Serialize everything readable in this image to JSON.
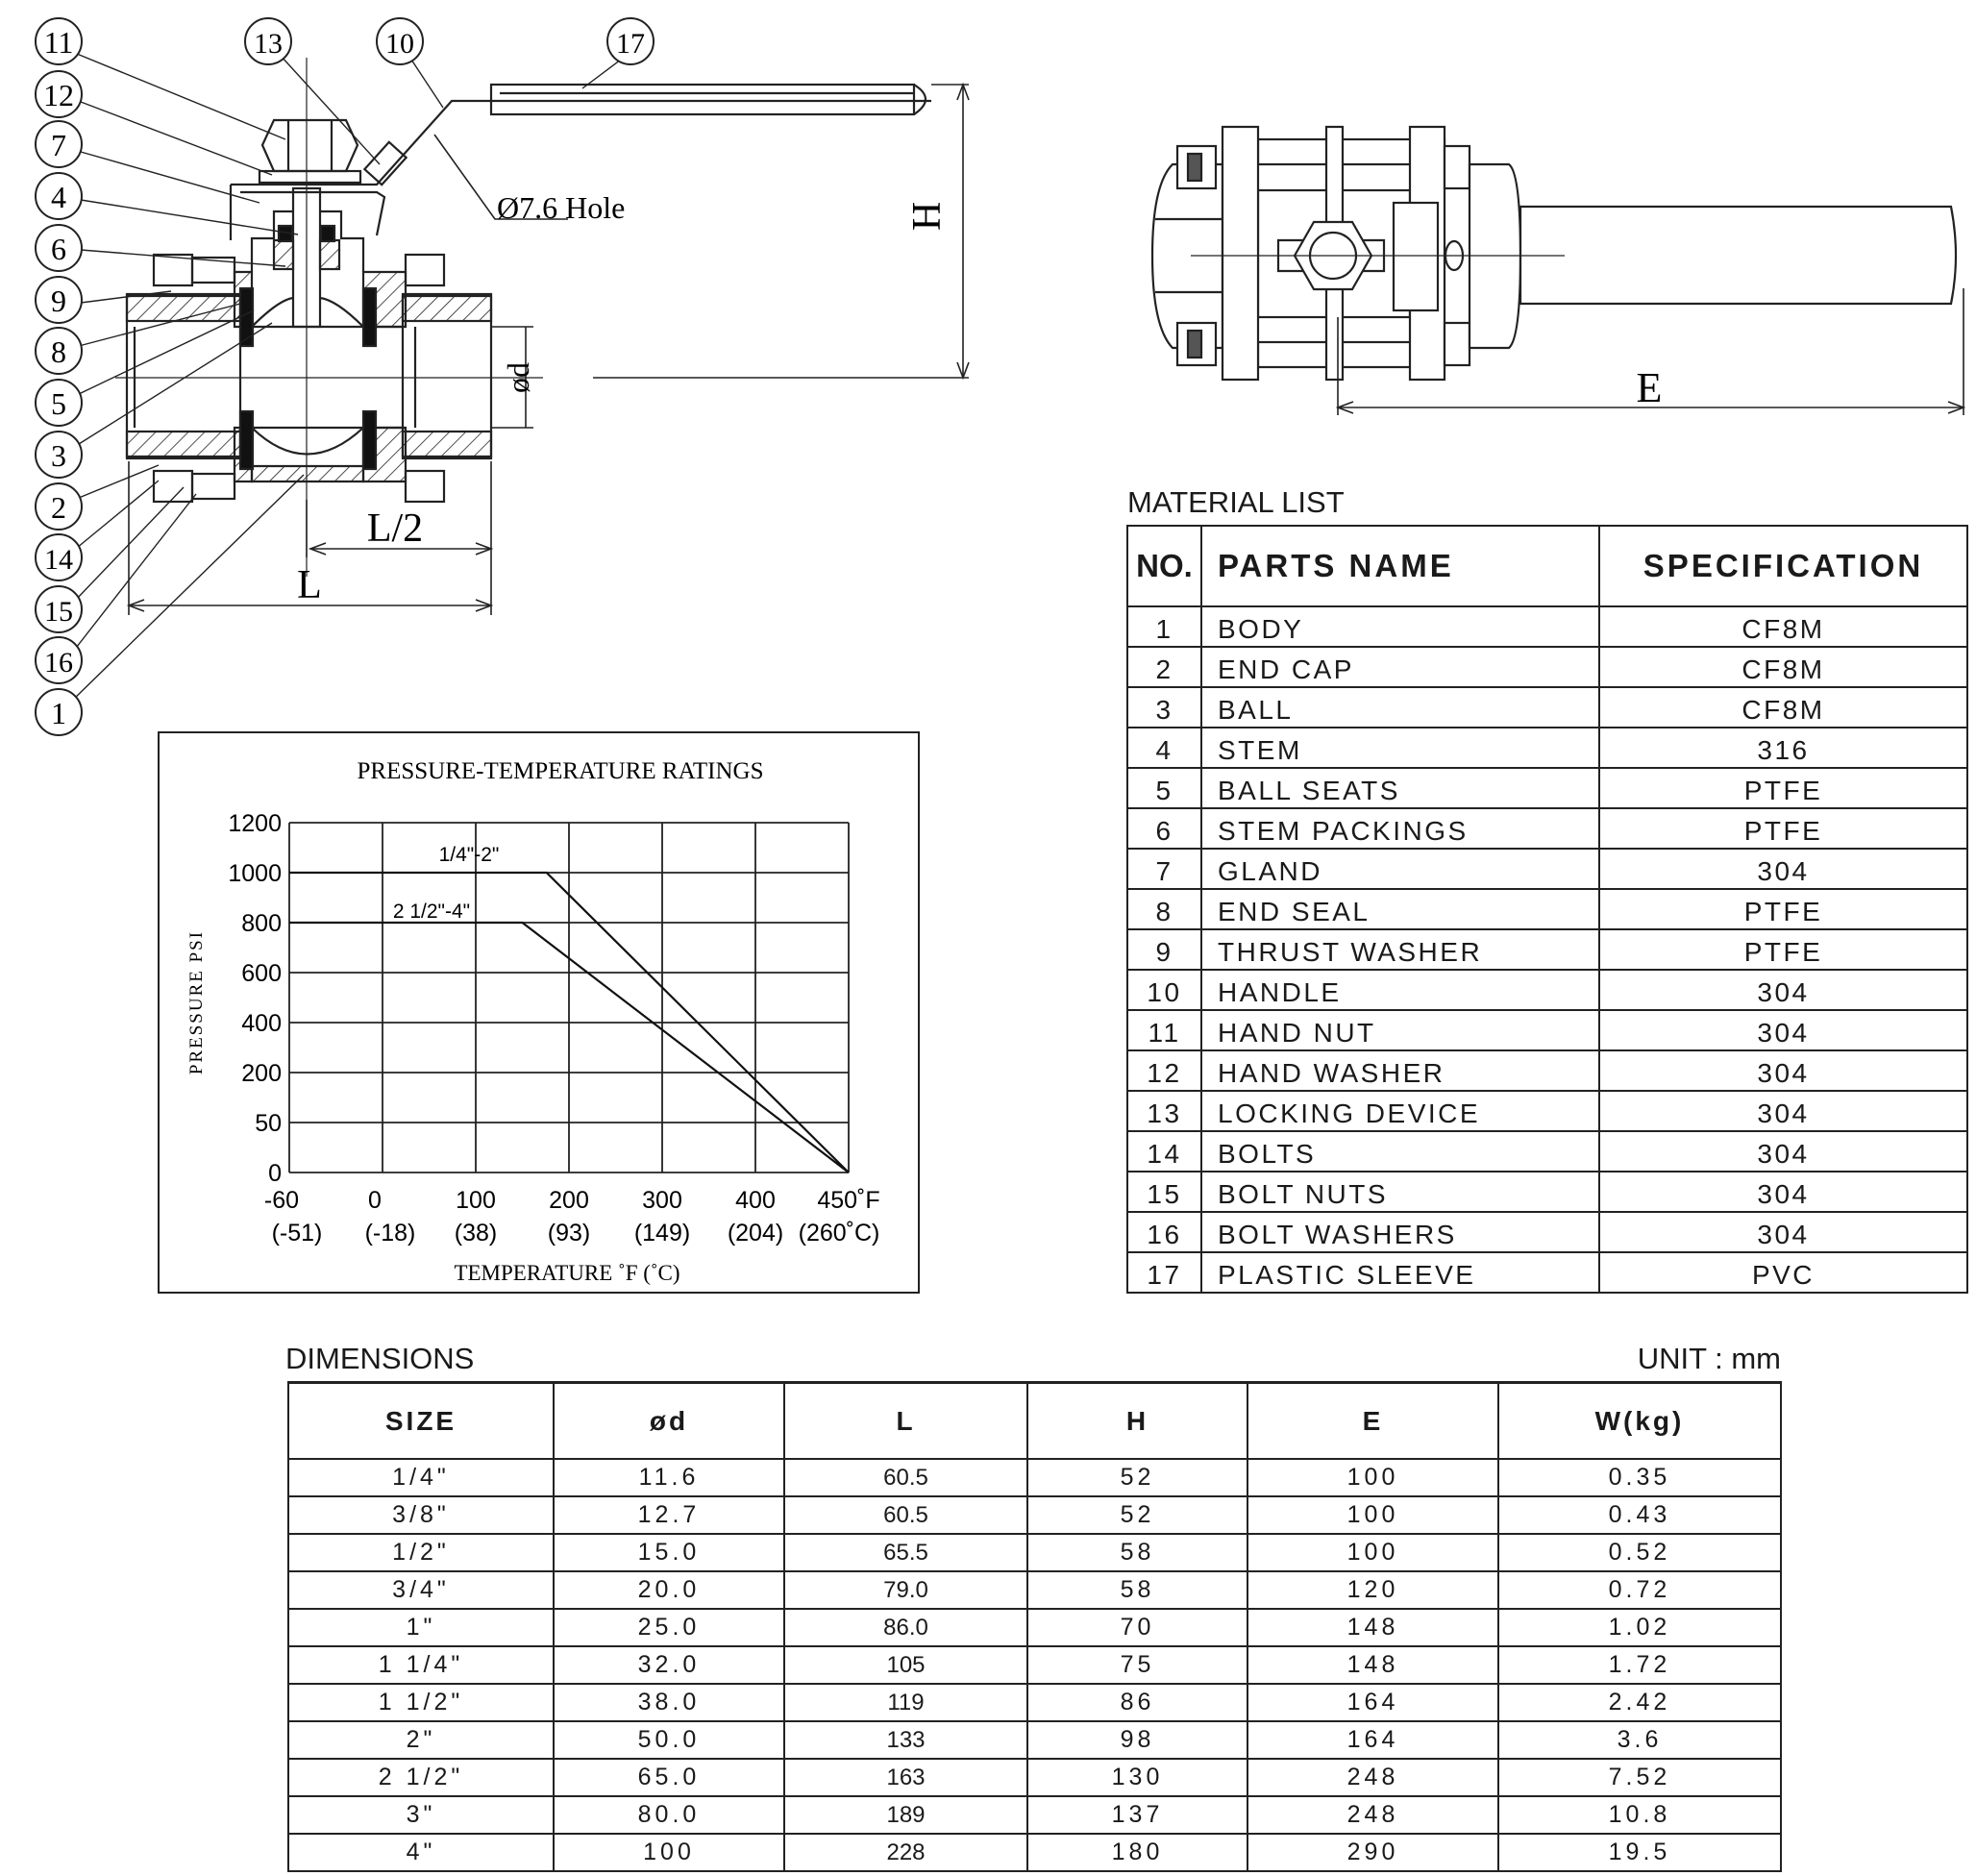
{
  "drawing": {
    "balloons_left": [
      "11",
      "12",
      "7",
      "4",
      "6",
      "9",
      "8",
      "5",
      "3",
      "2",
      "14",
      "15",
      "16",
      "1"
    ],
    "balloons_top": [
      "13",
      "10",
      "17"
    ],
    "hole_label": "Ø7.6 Hole",
    "dim_H": "H",
    "dim_d": "ød",
    "dim_L2": "L/2",
    "dim_L": "L",
    "dim_E": "E"
  },
  "material_list": {
    "title": "MATERIAL LIST",
    "headers": [
      "NO.",
      "PARTS NAME",
      "SPECIFICATION"
    ],
    "rows": [
      [
        "1",
        "BODY",
        "CF8M"
      ],
      [
        "2",
        "END CAP",
        "CF8M"
      ],
      [
        "3",
        "BALL",
        "CF8M"
      ],
      [
        "4",
        "STEM",
        "316"
      ],
      [
        "5",
        "BALL SEATS",
        "PTFE"
      ],
      [
        "6",
        "STEM PACKINGS",
        "PTFE"
      ],
      [
        "7",
        "GLAND",
        "304"
      ],
      [
        "8",
        "END SEAL",
        "PTFE"
      ],
      [
        "9",
        "THRUST WASHER",
        "PTFE"
      ],
      [
        "10",
        "HANDLE",
        "304"
      ],
      [
        "11",
        "HAND NUT",
        "304"
      ],
      [
        "12",
        "HAND WASHER",
        "304"
      ],
      [
        "13",
        "LOCKING DEVICE",
        "304"
      ],
      [
        "14",
        "BOLTS",
        "304"
      ],
      [
        "15",
        "BOLT NUTS",
        "304"
      ],
      [
        "16",
        "BOLT WASHERS",
        "304"
      ],
      [
        "17",
        "PLASTIC SLEEVE",
        "PVC"
      ]
    ]
  },
  "dimensions": {
    "title": "DIMENSIONS",
    "unit": "UNIT : mm",
    "headers": [
      "SIZE",
      "ød",
      "L",
      "H",
      "E",
      "W(kg)"
    ],
    "rows": [
      [
        "1/4\"",
        "11.6",
        "60.5",
        "52",
        "100",
        "0.35"
      ],
      [
        "3/8\"",
        "12.7",
        "60.5",
        "52",
        "100",
        "0.43"
      ],
      [
        "1/2\"",
        "15.0",
        "65.5",
        "58",
        "100",
        "0.52"
      ],
      [
        "3/4\"",
        "20.0",
        "79.0",
        "58",
        "120",
        "0.72"
      ],
      [
        "1\"",
        "25.0",
        "86.0",
        "70",
        "148",
        "1.02"
      ],
      [
        "1 1/4\"",
        "32.0",
        "105",
        "75",
        "148",
        "1.72"
      ],
      [
        "1 1/2\"",
        "38.0",
        "119",
        "86",
        "164",
        "2.42"
      ],
      [
        "2\"",
        "50.0",
        "133",
        "98",
        "164",
        "3.6"
      ],
      [
        "2 1/2\"",
        "65.0",
        "163",
        "130",
        "248",
        "7.52"
      ],
      [
        "3\"",
        "80.0",
        "189",
        "137",
        "248",
        "10.8"
      ],
      [
        "4\"",
        "100",
        "228",
        "180",
        "290",
        "19.5"
      ]
    ]
  },
  "chart_data": {
    "type": "line",
    "title": "PRESSURE-TEMPERATURE RATINGS",
    "xlabel": "TEMPERATURE ˚F (˚C)",
    "ylabel": "PRESSURE PSI",
    "x_ticks": [
      -60,
      0,
      100,
      200,
      300,
      400,
      450
    ],
    "x_tick_labels": [
      "-60",
      "0",
      "100",
      "200",
      "300",
      "400",
      "450˚F"
    ],
    "x_tick_labels_c": [
      "(-51)",
      "(-18)",
      "(38)",
      "(93)",
      "(149)",
      "(204)",
      "(260˚C)"
    ],
    "y_ticks": [
      0,
      50,
      200,
      400,
      600,
      800,
      1000,
      1200
    ],
    "y_tick_labels": [
      "0",
      "50",
      "200",
      "400",
      "600",
      "800",
      "1000",
      "1200"
    ],
    "grid": true,
    "series": [
      {
        "name": "1/4\"-2\"",
        "points": [
          [
            -60,
            1000
          ],
          [
            176,
            1000
          ],
          [
            450,
            0
          ]
        ]
      },
      {
        "name": "2 1/2\"-4\"",
        "points": [
          [
            -60,
            800
          ],
          [
            150,
            800
          ],
          [
            450,
            0
          ]
        ]
      }
    ]
  }
}
